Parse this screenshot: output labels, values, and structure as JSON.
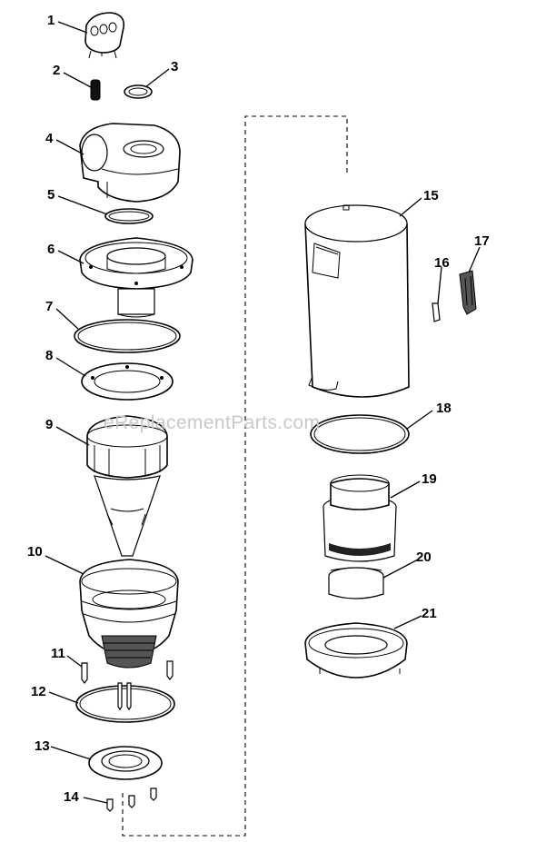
{
  "watermark": "eReplacementParts.com",
  "callouts": [
    {
      "id": "c1",
      "label": "1"
    },
    {
      "id": "c2",
      "label": "2"
    },
    {
      "id": "c3",
      "label": "3"
    },
    {
      "id": "c4",
      "label": "4"
    },
    {
      "id": "c5",
      "label": "5"
    },
    {
      "id": "c6",
      "label": "6"
    },
    {
      "id": "c7",
      "label": "7"
    },
    {
      "id": "c8",
      "label": "8"
    },
    {
      "id": "c9",
      "label": "9"
    },
    {
      "id": "c10",
      "label": "10"
    },
    {
      "id": "c11",
      "label": "11"
    },
    {
      "id": "c12",
      "label": "12"
    },
    {
      "id": "c13",
      "label": "13"
    },
    {
      "id": "c14",
      "label": "14"
    },
    {
      "id": "c15",
      "label": "15"
    },
    {
      "id": "c16",
      "label": "16"
    },
    {
      "id": "c17",
      "label": "17"
    },
    {
      "id": "c18",
      "label": "18"
    },
    {
      "id": "c19",
      "label": "19"
    },
    {
      "id": "c20",
      "label": "20"
    },
    {
      "id": "c21",
      "label": "21"
    }
  ]
}
